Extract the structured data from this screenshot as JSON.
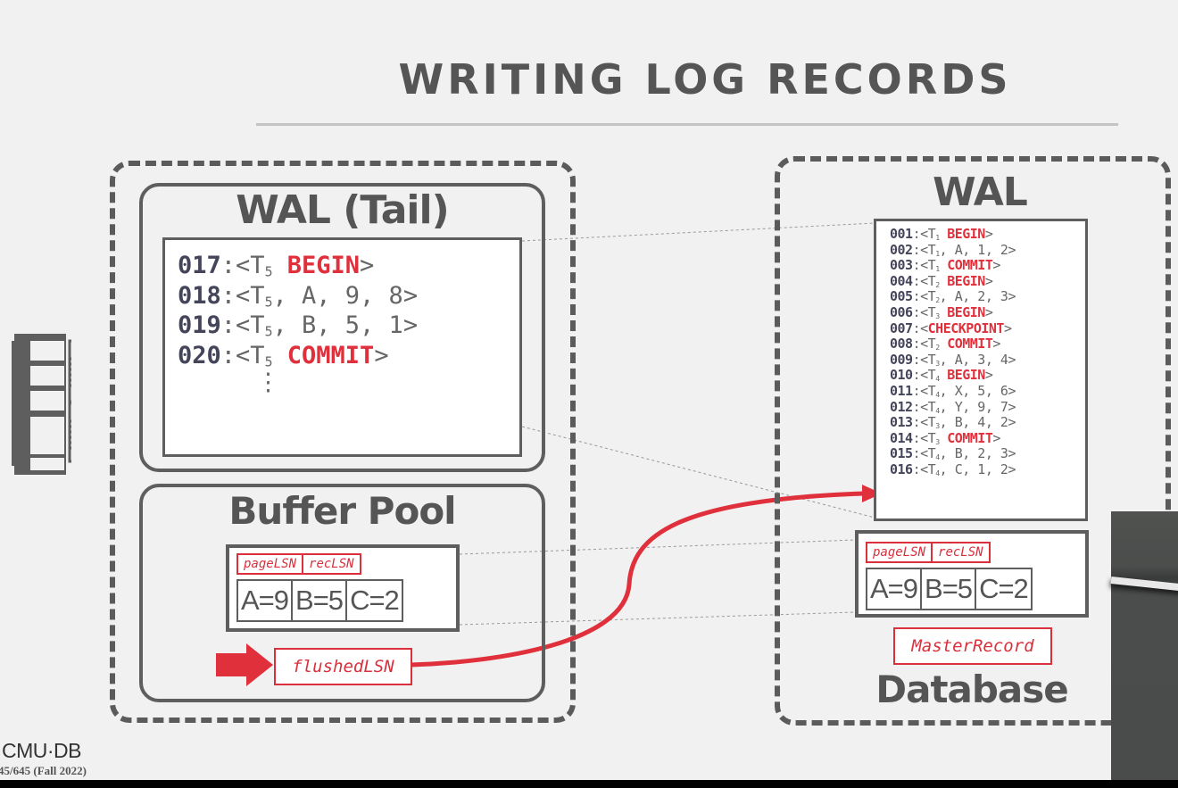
{
  "slide": {
    "title": "WRITING LOG RECORDS",
    "footer": {
      "logo": "CMU·DB",
      "course": "45/645 (Fall 2022)"
    }
  },
  "memory": {
    "icon": "memory-chip-icon",
    "wal_tail": {
      "heading": "WAL (Tail)",
      "records": [
        {
          "lsn": "017",
          "txn": "5",
          "keyword": "BEGIN",
          "args": ""
        },
        {
          "lsn": "018",
          "txn": "5",
          "keyword": "",
          "args": ", A, 9, 8"
        },
        {
          "lsn": "019",
          "txn": "5",
          "keyword": "",
          "args": ", B, 5, 1"
        },
        {
          "lsn": "020",
          "txn": "5",
          "keyword": "COMMIT",
          "args": ""
        }
      ],
      "continuation": "⋮"
    },
    "buffer_pool": {
      "heading": "Buffer Pool",
      "page": {
        "tags": [
          "pageLSN",
          "recLSN"
        ],
        "cells": [
          "A=9",
          "B=5",
          "C=2"
        ]
      },
      "flushed_lsn": "flushedLSN"
    }
  },
  "disk": {
    "wal": {
      "heading": "WAL",
      "records": [
        {
          "lsn": "001",
          "txn": "1",
          "keyword": "BEGIN",
          "args": ""
        },
        {
          "lsn": "002",
          "txn": "1",
          "keyword": "",
          "args": ", A, 1, 2"
        },
        {
          "lsn": "003",
          "txn": "1",
          "keyword": "COMMIT",
          "args": ""
        },
        {
          "lsn": "004",
          "txn": "2",
          "keyword": "BEGIN",
          "args": ""
        },
        {
          "lsn": "005",
          "txn": "2",
          "keyword": "",
          "args": ", A, 2, 3"
        },
        {
          "lsn": "006",
          "txn": "3",
          "keyword": "BEGIN",
          "args": ""
        },
        {
          "lsn": "007",
          "txn": "",
          "keyword": "CHECKPOINT",
          "args": ""
        },
        {
          "lsn": "008",
          "txn": "2",
          "keyword": "COMMIT",
          "args": ""
        },
        {
          "lsn": "009",
          "txn": "3",
          "keyword": "",
          "args": ", A, 3, 4"
        },
        {
          "lsn": "010",
          "txn": "4",
          "keyword": "BEGIN",
          "args": ""
        },
        {
          "lsn": "011",
          "txn": "4",
          "keyword": "",
          "args": ", X, 5, 6"
        },
        {
          "lsn": "012",
          "txn": "4",
          "keyword": "",
          "args": ", Y, 9, 7"
        },
        {
          "lsn": "013",
          "txn": "3",
          "keyword": "",
          "args": ", B, 4, 2"
        },
        {
          "lsn": "014",
          "txn": "3",
          "keyword": "COMMIT",
          "args": ""
        },
        {
          "lsn": "015",
          "txn": "4",
          "keyword": "",
          "args": ", B, 2, 3"
        },
        {
          "lsn": "016",
          "txn": "4",
          "keyword": "",
          "args": ", C, 1, 2"
        }
      ]
    },
    "page": {
      "tags": [
        "pageLSN",
        "recLSN"
      ],
      "cells": [
        "A=9",
        "B=5",
        "C=2"
      ]
    },
    "master_record": "MasterRecord",
    "heading": "Database"
  },
  "colors": {
    "accent_red": "#e0303c",
    "outline_gray": "#5e5e5e",
    "background": "#f1f1f1"
  }
}
